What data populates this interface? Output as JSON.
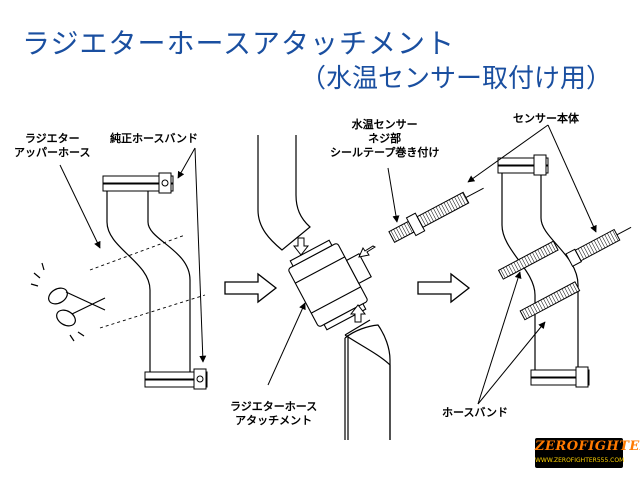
{
  "title": "ラジエターホースアタッチメント",
  "subtitle": "（水温センサー取付け用）",
  "labels": {
    "upper_hose_1": "ラジエター",
    "upper_hose_2": "アッパーホース",
    "oem_band": "純正ホースバンド",
    "sensor_thread_1": "水温センサー",
    "sensor_thread_2": "ネジ部",
    "sensor_thread_3": "シールテープ巻き付け",
    "sensor_body": "センサー本体",
    "attachment_1": "ラジエターホース",
    "attachment_2": "アタッチメント",
    "hose_band": "ホースバンド"
  },
  "brand": {
    "name": "ZEROFIGHTER",
    "url": "WWW.ZEROFIGHTER555.COM",
    "color": "#ff7a00"
  }
}
